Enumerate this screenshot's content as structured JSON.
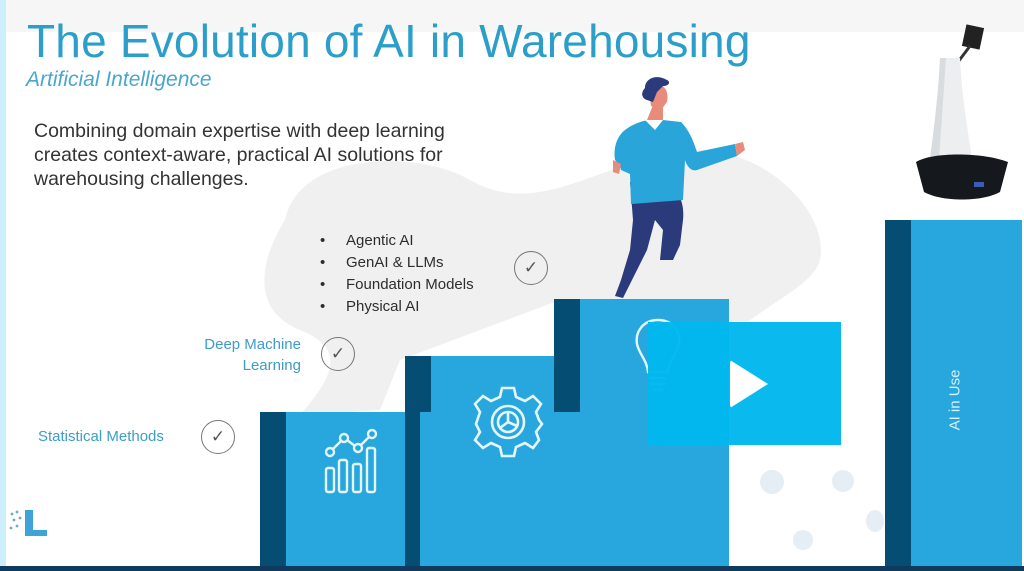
{
  "slide": {
    "title": "The Evolution of AI in Warehousing",
    "subtitle": "Artificial Intelligence",
    "intro": "Combining domain expertise with deep learning creates context-aware, practical AI solutions for warehousing challenges.",
    "stages": [
      {
        "label": "Statistical Methods",
        "check_icon": "check-circle-icon",
        "step_icon": "bar-chart-icon"
      },
      {
        "label_lines": [
          "Deep Machine",
          "Learning"
        ],
        "check_icon": "check-circle-icon",
        "step_icon": "gear-pie-icon"
      },
      {
        "bullets": [
          "Agentic AI",
          "GenAI & LLMs",
          "Foundation Models",
          "Physical AI"
        ],
        "check_icon": "check-circle-icon",
        "step_icon": "lightbulb-icon"
      },
      {
        "label": "AI in Use",
        "image": "robot"
      }
    ],
    "check_glyph": "✓",
    "colors": {
      "title": "#2b9fc9",
      "step_face": "#28a7de",
      "step_edge": "#064d73",
      "play_overlay": "#00b7ee",
      "text_dark": "#333333"
    }
  },
  "video": {
    "play_button_icon": "play-icon"
  }
}
